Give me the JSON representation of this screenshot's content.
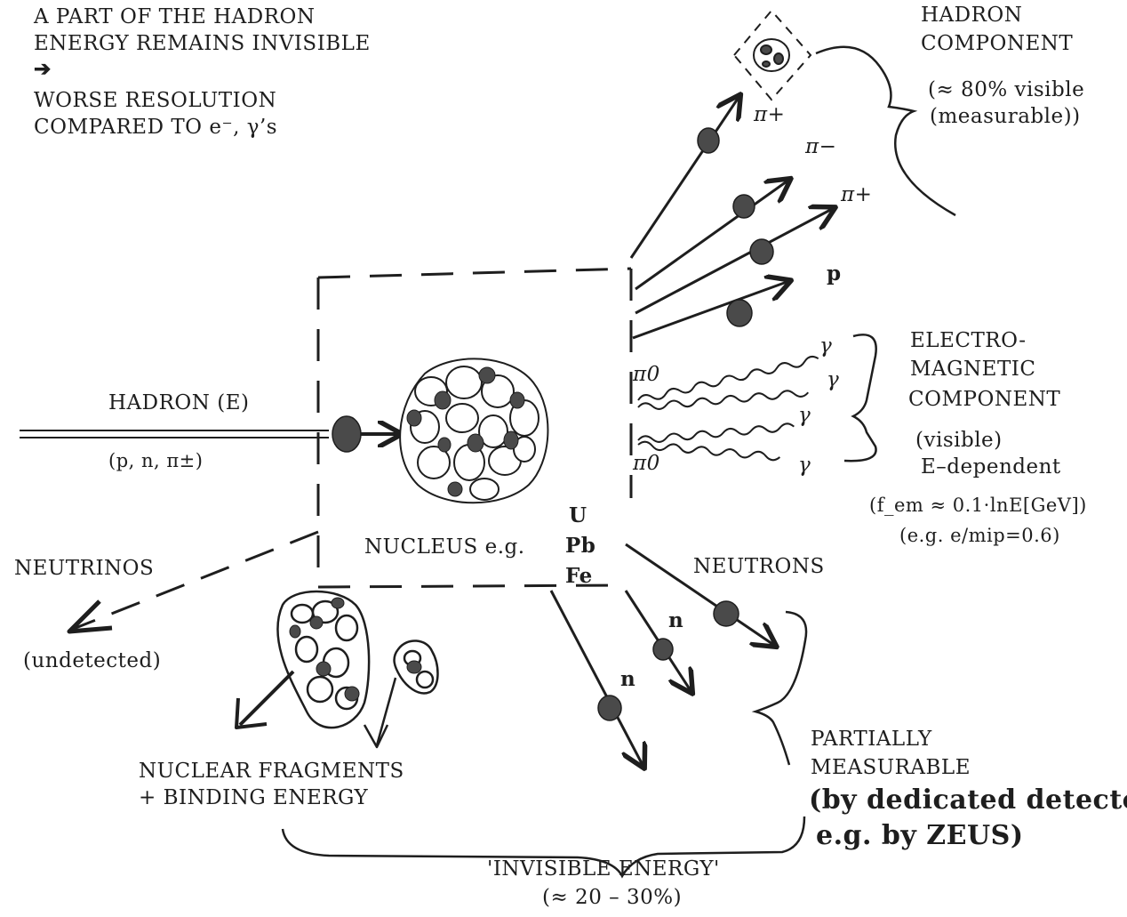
{
  "top_left_note": {
    "line1": "A PART OF THE HADRON",
    "line2": "ENERGY REMAINS INVISIBLE",
    "arrow": "➔",
    "line3": "WORSE RESOLUTION",
    "line4": "COMPARED TO e⁻, γ’s"
  },
  "hadron_component": {
    "title1": "HADRON",
    "title2": "COMPONENT",
    "detail1": "(≈ 80% visible",
    "detail2": "(measurable))"
  },
  "em_component": {
    "title1": "ELECTRO-",
    "title2": "MAGNETIC",
    "title3": "COMPONENT",
    "detail1": "(visible)",
    "detail2": "E–dependent",
    "formula": "(f_em ≈ 0.1·lnE[GeV])",
    "example": "(e.g. e/mip=0.6)"
  },
  "incoming": {
    "label": "HADRON (E)",
    "types": "(p, n, π±)"
  },
  "nucleus": {
    "label": "NUCLEUS e.g.",
    "elements": [
      "U",
      "Pb",
      "Fe"
    ]
  },
  "particles": {
    "pi_plus_1": "π+",
    "pi_minus": "π−",
    "pi_plus_2": "π+",
    "proton": "p",
    "pi0_1": "π0",
    "pi0_2": "π0",
    "gamma": "γ",
    "neutron": "n"
  },
  "neutrinos": {
    "title": "NEUTRINOS",
    "note": "(undetected)"
  },
  "neutrons": {
    "title": "NEUTRONS"
  },
  "fragments": {
    "line1": "NUCLEAR FRAGMENTS",
    "line2": "+ BINDING ENERGY"
  },
  "partially": {
    "line1": "PARTIALLY",
    "line2": "MEASURABLE",
    "line3": "(by dedicated detecto",
    "line4": "e.g. by ZEUS)"
  },
  "invisible": {
    "title": "'INVISIBLE ENERGY'",
    "range": "(≈ 20 – 30%)"
  },
  "colors": {
    "ink": "#1e1e1e",
    "dot": "#4a4a4a",
    "paper": "#ffffff"
  }
}
